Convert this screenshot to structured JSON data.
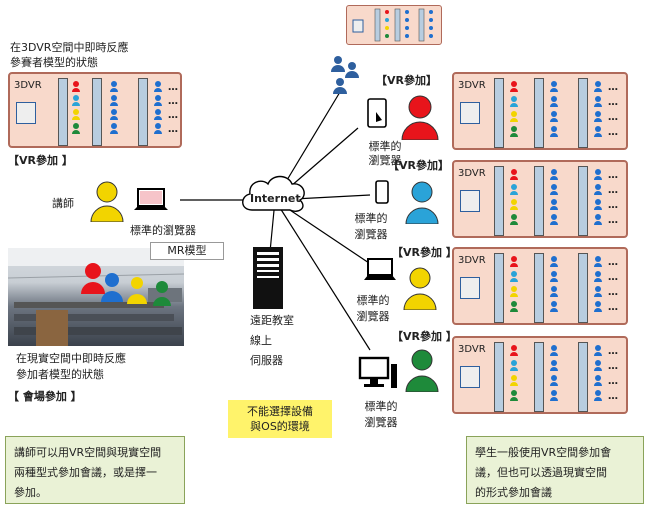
{
  "vr_room_label": "3DVR",
  "left": {
    "caption_vr": [
      "在3DVR空間中即時反應",
      "參賽者模型的狀態"
    ],
    "vr_participation": "【VR參加 】",
    "lecturer": "講師",
    "lecturer_browser": "標準的瀏覽器",
    "mr_model": "MR模型",
    "caption_real": [
      "在現實空間中即時反應",
      "參加者模型的狀態"
    ],
    "venue_participation": "【 會場參加 】"
  },
  "center": {
    "internet": "Internet",
    "server": [
      "遠距教室",
      "線上",
      "伺服器"
    ],
    "device_note": [
      "不能選擇設備",
      "與OS的環境"
    ]
  },
  "right": {
    "vr_participation_tag": "【VR參加】",
    "vr_participation_tag2": "【VR參加 】",
    "browser_label": [
      "標準的",
      "瀏覽器"
    ]
  },
  "notes": {
    "left": [
      "講師可以用VR空間與現實空間",
      "兩種型式參加會議，或是擇一",
      "參加。"
    ],
    "right": [
      "學生一般使用VR空間參加會",
      "議，但也可以透過現實空間",
      "的形式參加會議"
    ]
  },
  "colors": {
    "room_fill": "#f8d9cb",
    "room_border": "#b06a5a",
    "screen_fill": "#b8cde0",
    "note_fill": "#eaf2d6",
    "yellow": "#fff36b",
    "avatar_blue": "#1f6fcf",
    "avatar_red": "#e8141b",
    "avatar_yellow": "#f2d400",
    "avatar_green": "#1e8a3a",
    "avatar_cyan": "#2aa3d8",
    "dark_blue": "#2e5f9e"
  }
}
